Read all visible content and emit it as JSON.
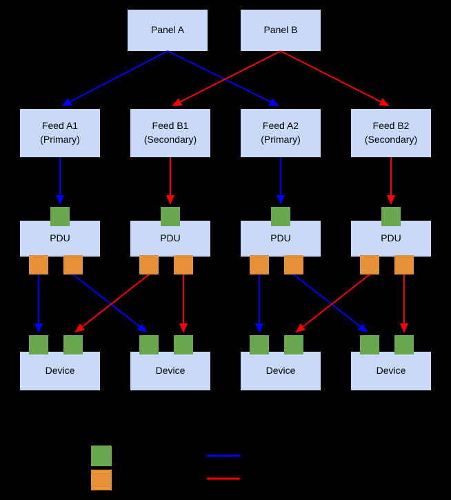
{
  "colors": {
    "background": "#000000",
    "box_fill": "#c9daf8",
    "input_port": "#6aa84f",
    "output_port": "#e69138",
    "primary_path": "#0000ff",
    "secondary_path": "#ff0000",
    "text": "#000000"
  },
  "nodes": {
    "panels": [
      {
        "label": "Panel A"
      },
      {
        "label": "Panel B"
      }
    ],
    "feeds": [
      {
        "line1": "Feed A1",
        "line2": "(Primary)"
      },
      {
        "line1": "Feed B1",
        "line2": "(Secondary)"
      },
      {
        "line1": "Feed A2",
        "line2": "(Primary)"
      },
      {
        "line1": "Feed B2",
        "line2": "(Secondary)"
      }
    ],
    "pdus": [
      {
        "label": "PDU"
      },
      {
        "label": "PDU"
      },
      {
        "label": "PDU"
      },
      {
        "label": "PDU"
      }
    ],
    "devices": [
      {
        "label": "Device"
      },
      {
        "label": "Device"
      },
      {
        "label": "Device"
      },
      {
        "label": "Device"
      }
    ]
  },
  "edges": [
    {
      "from": "Panel A",
      "to": "Feed A1 (Primary)",
      "type": "primary"
    },
    {
      "from": "Panel A",
      "to": "Feed A2 (Primary)",
      "type": "primary"
    },
    {
      "from": "Panel B",
      "to": "Feed B1 (Secondary)",
      "type": "secondary"
    },
    {
      "from": "Panel B",
      "to": "Feed B2 (Secondary)",
      "type": "secondary"
    },
    {
      "from": "Feed A1 (Primary)",
      "to": "PDU 1",
      "type": "primary"
    },
    {
      "from": "Feed B1 (Secondary)",
      "to": "PDU 2",
      "type": "secondary"
    },
    {
      "from": "Feed A2 (Primary)",
      "to": "PDU 3",
      "type": "primary"
    },
    {
      "from": "Feed B2 (Secondary)",
      "to": "PDU 4",
      "type": "secondary"
    },
    {
      "from": "PDU 1",
      "to": "Device 1",
      "type": "primary"
    },
    {
      "from": "PDU 1",
      "to": "Device 2",
      "type": "primary"
    },
    {
      "from": "PDU 2",
      "to": "Device 1",
      "type": "secondary"
    },
    {
      "from": "PDU 2",
      "to": "Device 2",
      "type": "secondary"
    },
    {
      "from": "PDU 3",
      "to": "Device 3",
      "type": "primary"
    },
    {
      "from": "PDU 3",
      "to": "Device 4",
      "type": "primary"
    },
    {
      "from": "PDU 4",
      "to": "Device 3",
      "type": "secondary"
    },
    {
      "from": "PDU 4",
      "to": "Device 4",
      "type": "secondary"
    }
  ],
  "legend": {
    "swatches": [
      {
        "name": "input-port",
        "color": "#6aa84f"
      },
      {
        "name": "output-port",
        "color": "#e69138"
      }
    ],
    "lines": [
      {
        "name": "primary-path",
        "color": "#0000ff"
      },
      {
        "name": "secondary-path",
        "color": "#ff0000"
      }
    ]
  }
}
